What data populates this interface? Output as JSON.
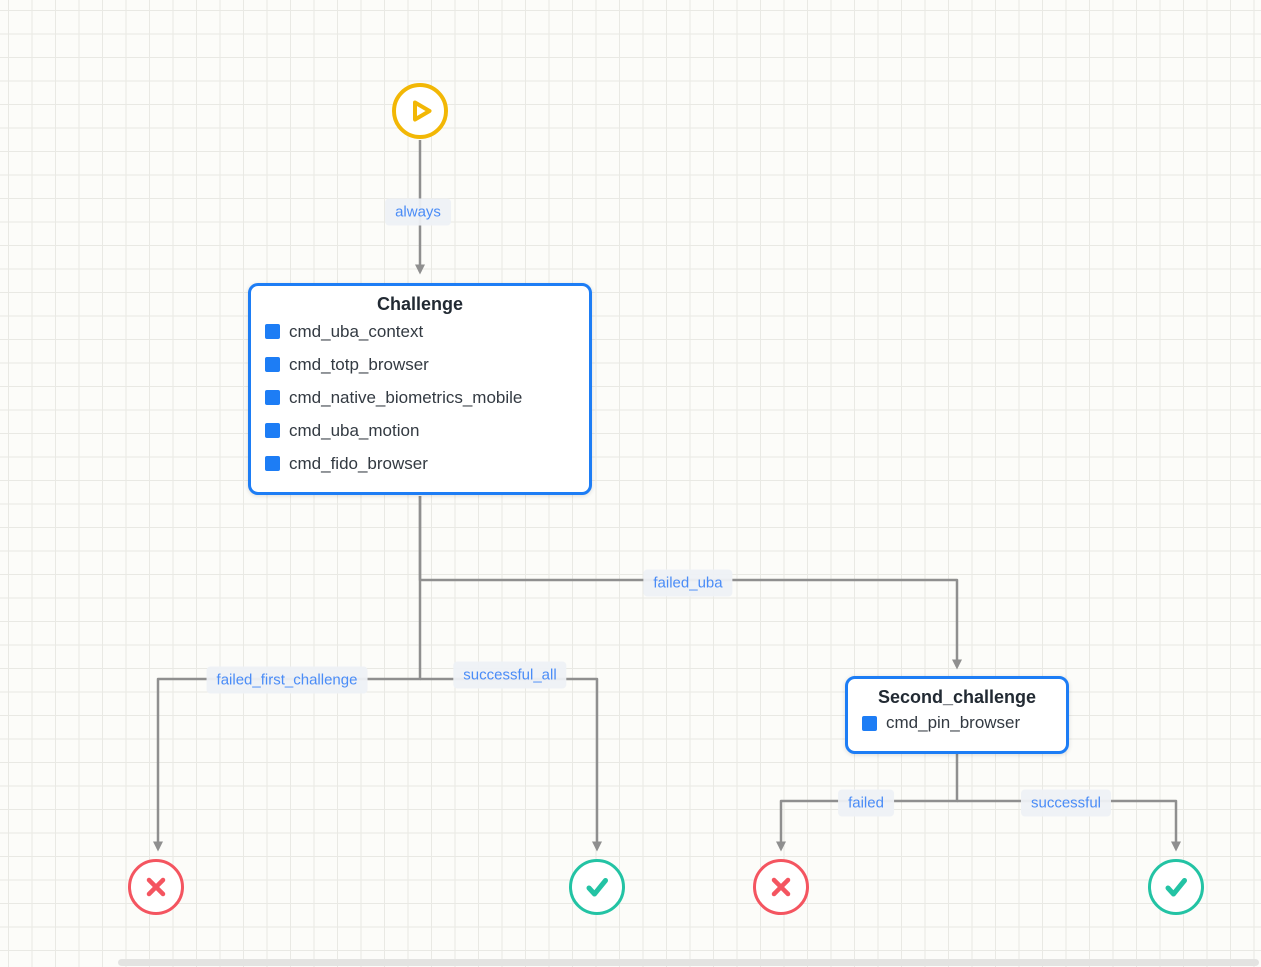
{
  "canvas": {
    "background_color": "#fcfcf9",
    "grid_color": "#e9e9e4"
  },
  "colors": {
    "node_border_blue": "#1d7df5",
    "command_square_blue": "#1d7df5",
    "edge_gray": "#8f8f8f",
    "edge_label_blue": "#4a8cf7",
    "start_yellow": "#f2b705",
    "failure_red": "#f45560",
    "success_teal": "#23c3a4"
  },
  "nodes": {
    "start": {
      "icon": "play-icon"
    },
    "challenge": {
      "title": "Challenge",
      "items": [
        "cmd_uba_context",
        "cmd_totp_browser",
        "cmd_native_biometrics_mobile",
        "cmd_uba_motion",
        "cmd_fido_browser"
      ]
    },
    "second_challenge": {
      "title": "Second_challenge",
      "items": [
        "cmd_pin_browser"
      ]
    },
    "terminals": {
      "failure_left": {
        "icon": "cross-icon"
      },
      "success_left": {
        "icon": "check-icon"
      },
      "failure_right": {
        "icon": "cross-icon"
      },
      "success_right": {
        "icon": "check-icon"
      }
    }
  },
  "edges": {
    "always": {
      "label": "always"
    },
    "failed_uba": {
      "label": "failed_uba"
    },
    "failed_first_challenge": {
      "label": "failed_first_challenge"
    },
    "successful_all": {
      "label": "successful_all"
    },
    "failed": {
      "label": "failed"
    },
    "successful": {
      "label": "successful"
    }
  }
}
